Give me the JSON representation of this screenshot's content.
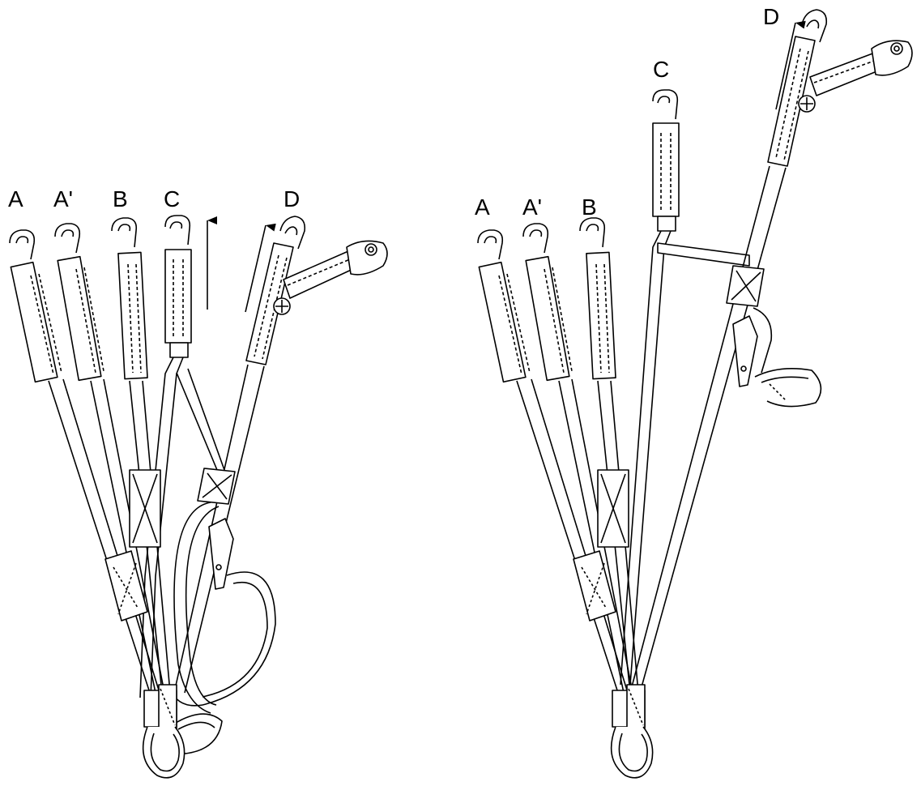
{
  "diagrams": [
    {
      "labels": {
        "a": "A",
        "a_prime": "A'",
        "b": "B",
        "c": "C",
        "d": "D"
      }
    },
    {
      "labels": {
        "a": "A",
        "a_prime": "A'",
        "b": "B",
        "c": "C",
        "d": "D"
      }
    }
  ],
  "colors": {
    "line": "#000000",
    "background": "#ffffff"
  }
}
